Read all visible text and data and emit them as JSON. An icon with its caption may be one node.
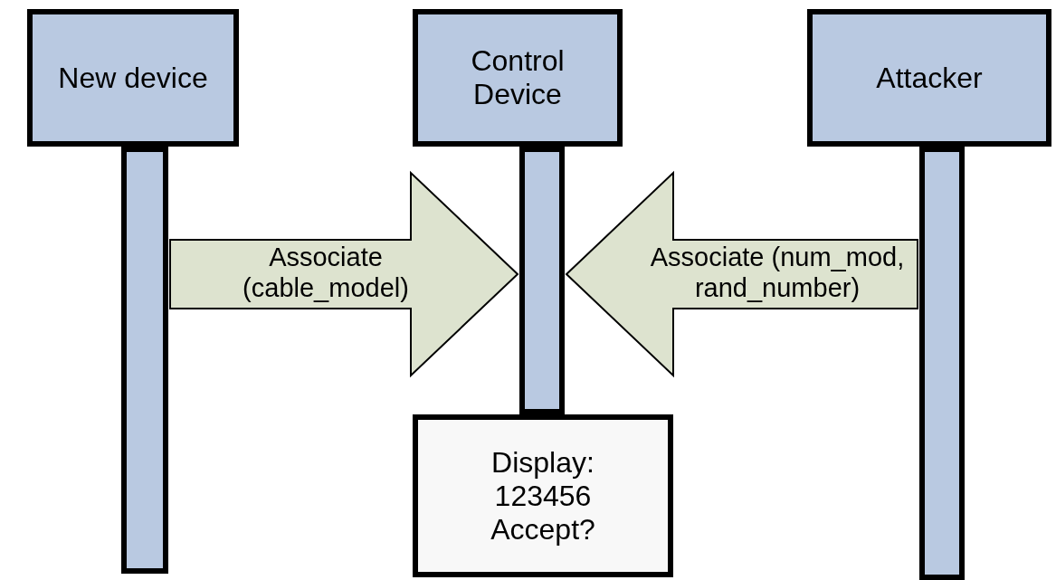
{
  "diagram": {
    "nodes": [
      {
        "text": [
          "New device"
        ]
      },
      {
        "text": [
          "Control Device"
        ]
      },
      {
        "text": [
          "Attacker"
        ]
      },
      {
        "text": [],
        "shape": "bar"
      },
      {
        "text": [],
        "shape": "bar"
      },
      {
        "text": [],
        "shape": "bar"
      },
      {
        "text": [
          "Display: 123456 Accept?"
        ]
      }
    ],
    "edges": [
      {
        "from": 3,
        "to": 4,
        "arrow": "to",
        "label": "Associate (cable_model)",
        "style": "thick"
      },
      {
        "from": 5,
        "to": 4,
        "arrow": "to",
        "label": "Associate (num_mod, rand_number)",
        "style": "thick"
      }
    ]
  }
}
